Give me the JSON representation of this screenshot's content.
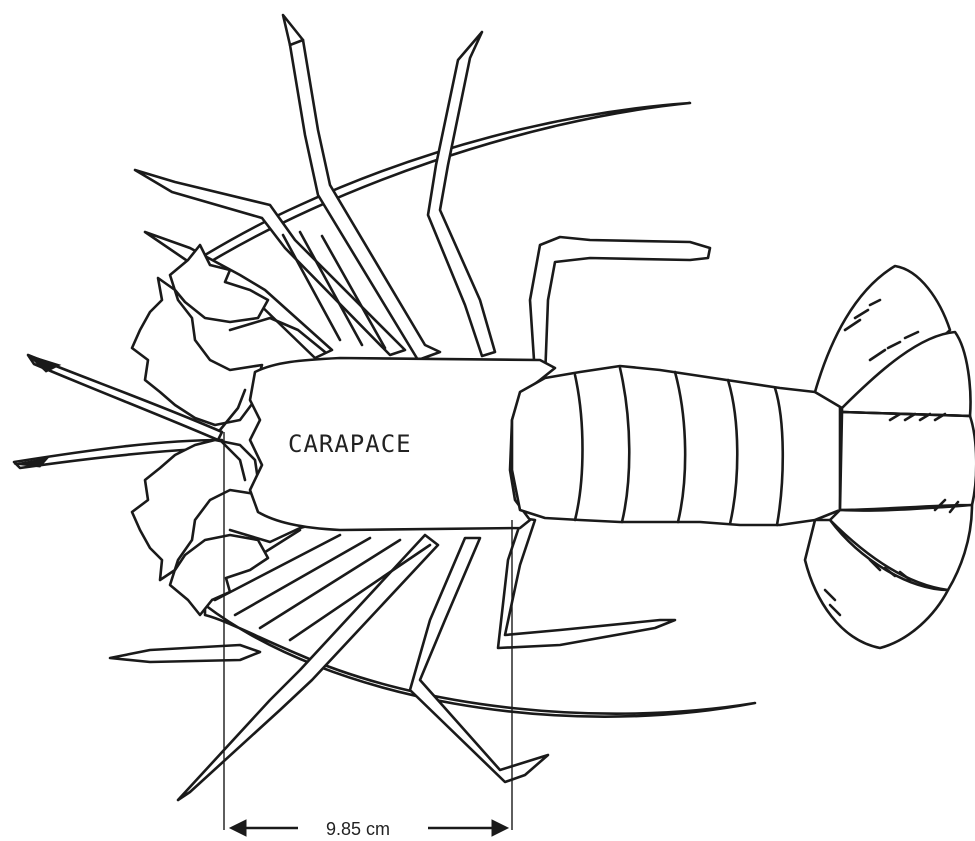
{
  "diagram": {
    "subject": "spiny lobster dorsal view outline",
    "labels": {
      "carapace": "CARAPACE",
      "measurement": "9.85 cm"
    },
    "colors": {
      "ink": "#1a1a1a",
      "background": "#ffffff"
    }
  }
}
